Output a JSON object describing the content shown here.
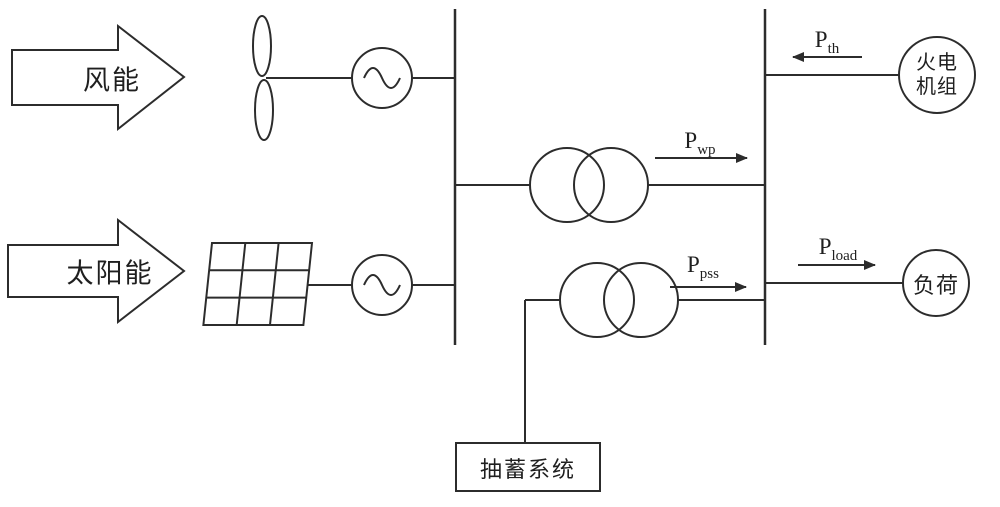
{
  "diagram": {
    "sources": {
      "wind": "风能",
      "solar": "太阳能"
    },
    "pumped_storage": "抽蓄系统",
    "thermal": {
      "line1": "火电",
      "line2": "机组"
    },
    "load": "负荷",
    "flows": {
      "th": {
        "main": "P",
        "sub": "th"
      },
      "wp": {
        "main": "P",
        "sub": "wp"
      },
      "pss": {
        "main": "P",
        "sub": "pss"
      },
      "load": {
        "main": "P",
        "sub": "load"
      }
    },
    "colors": {
      "line": "#2c2c2c",
      "background": "#ffffff"
    }
  }
}
